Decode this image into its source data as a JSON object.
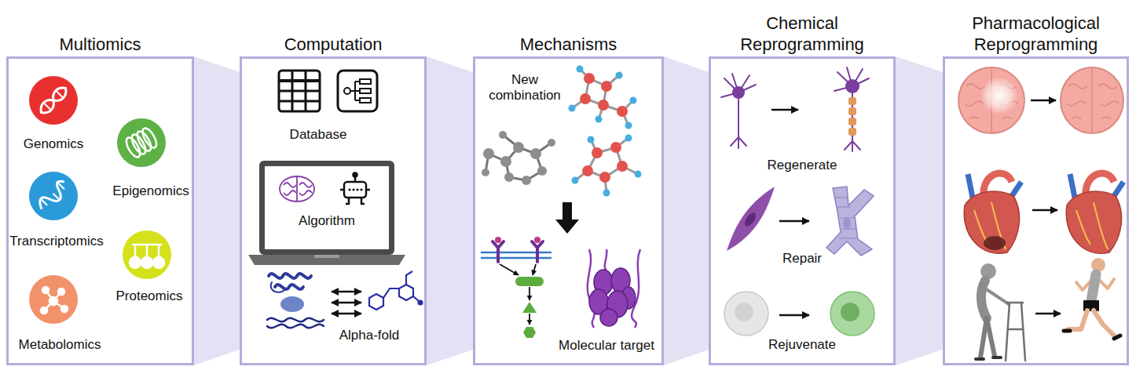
{
  "diagram": {
    "nodes": [
      {
        "text": [
          "Multiomics"
        ]
      },
      {
        "text": [
          "Computation"
        ]
      },
      {
        "text": [
          "Mechanisms"
        ]
      },
      {
        "text": [
          "Chemical Reprogramming"
        ]
      },
      {
        "text": [
          "Pharmacological Reprogramming"
        ]
      }
    ],
    "edges": [
      {
        "from": 0,
        "to": 1,
        "arrow": "none"
      },
      {
        "from": 1,
        "to": 2,
        "arrow": "none"
      },
      {
        "from": 2,
        "to": 3,
        "arrow": "none"
      },
      {
        "from": 3,
        "to": 4,
        "arrow": "none"
      }
    ],
    "labels": [
      "Genomics",
      "Epigenomics",
      "Transcriptomics",
      "Proteomics",
      "Metabolomics",
      "Database",
      "Algorithm",
      "Alpha-fold",
      "New combination",
      "Molecular target",
      "Regenerate",
      "Repair",
      "Rejuvenate"
    ]
  }
}
